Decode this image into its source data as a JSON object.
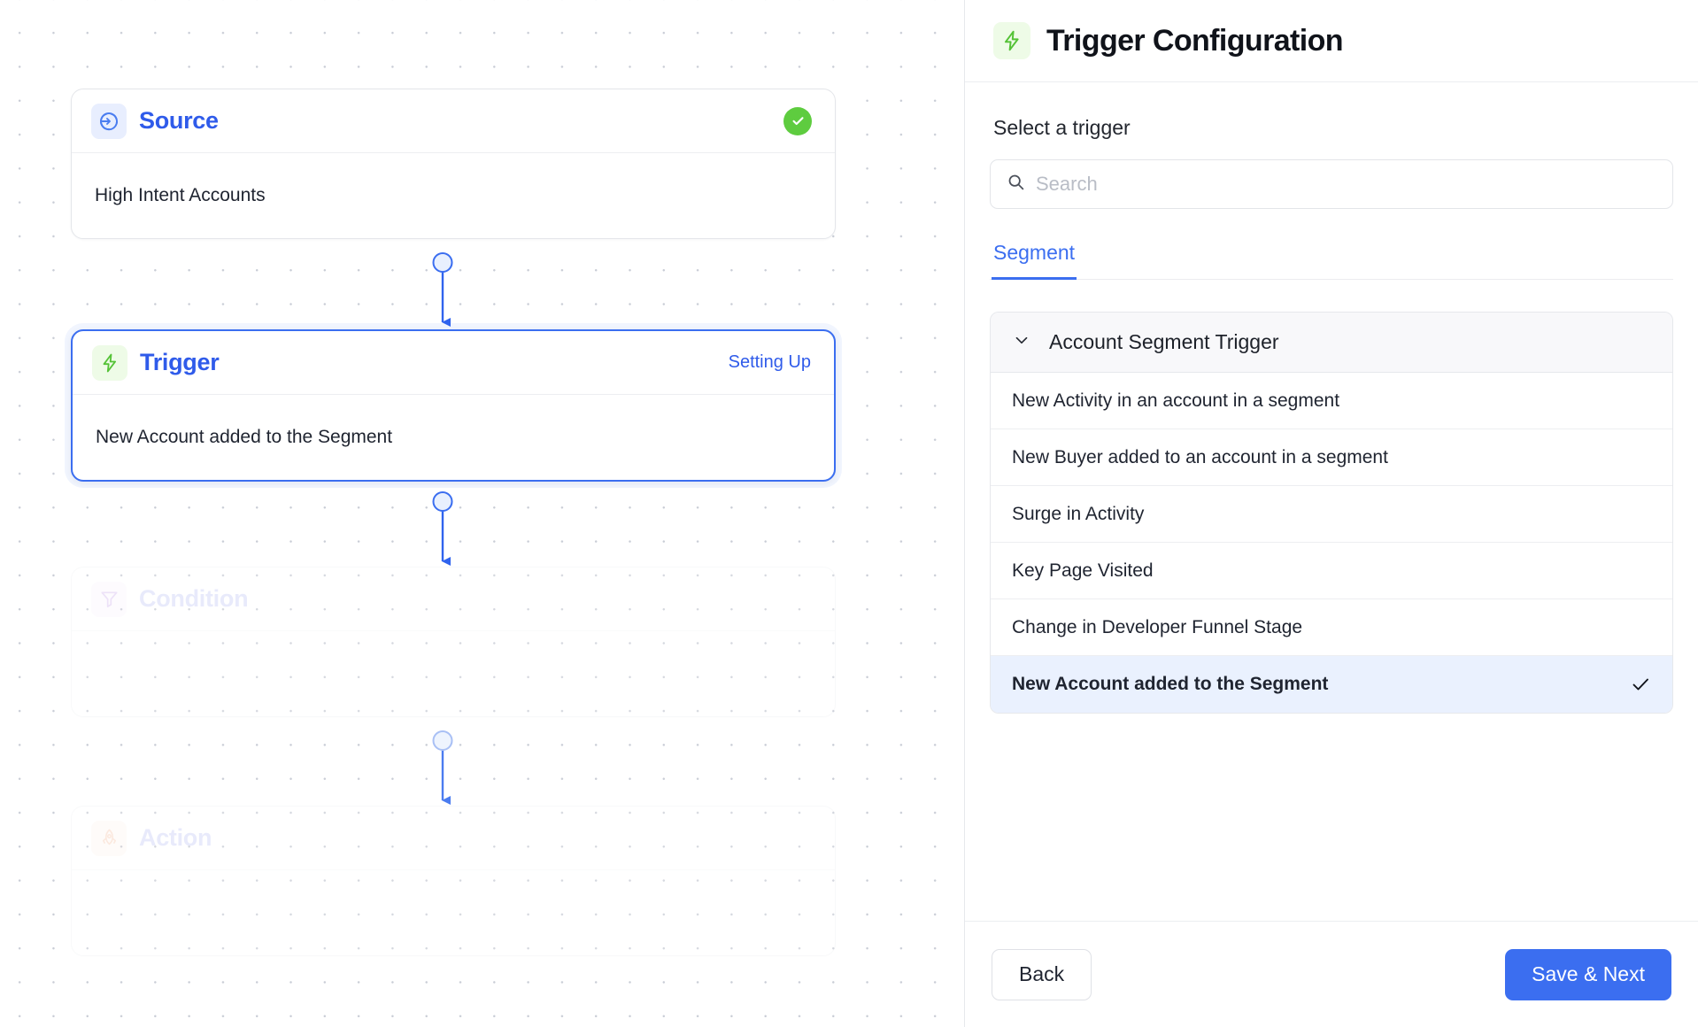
{
  "canvas": {
    "nodes": [
      {
        "key": "source",
        "icon": "enter-arrow-icon",
        "title": "Source",
        "body": "High Intent Accounts",
        "status": "",
        "complete": true,
        "state": "complete"
      },
      {
        "key": "trigger",
        "icon": "lightning-bolt-icon",
        "title": "Trigger",
        "body": "New Account added to the Segment",
        "status": "Setting Up",
        "complete": false,
        "state": "active"
      },
      {
        "key": "condition",
        "icon": "funnel-icon",
        "title": "Condition",
        "body": "",
        "status": "",
        "complete": false,
        "state": "disabled"
      },
      {
        "key": "action",
        "icon": "rocket-icon",
        "title": "Action",
        "body": "",
        "status": "",
        "complete": false,
        "state": "disabled"
      }
    ]
  },
  "panel": {
    "icon": "lightning-bolt-icon",
    "title": "Trigger Configuration",
    "section_label": "Select a trigger",
    "search": {
      "icon": "search-icon",
      "value": "",
      "placeholder": "Search"
    },
    "tabs": [
      {
        "label": "Segment",
        "active": true
      }
    ],
    "group": {
      "chevron": "chevron-down-icon",
      "label": "Account Segment Trigger",
      "expanded": true,
      "options": [
        {
          "label": "New Activity in an account in a segment",
          "selected": false
        },
        {
          "label": "New Buyer added to an account in a segment",
          "selected": false
        },
        {
          "label": "Surge in Activity",
          "selected": false
        },
        {
          "label": "Key Page Visited",
          "selected": false
        },
        {
          "label": "Change in Developer Funnel Stage",
          "selected": false
        },
        {
          "label": "New Account added to the Segment",
          "selected": true
        }
      ]
    },
    "footer": {
      "back_label": "Back",
      "next_label": "Save & Next"
    }
  },
  "colors": {
    "accent_blue": "#3b6ef0",
    "title_blue": "#2f5bea",
    "success_green": "#5ecc3f",
    "trigger_green": "#54c236",
    "condition_purple": "#b07fe0",
    "action_orange": "#f0a070",
    "selected_row": "#eaf1fe"
  }
}
